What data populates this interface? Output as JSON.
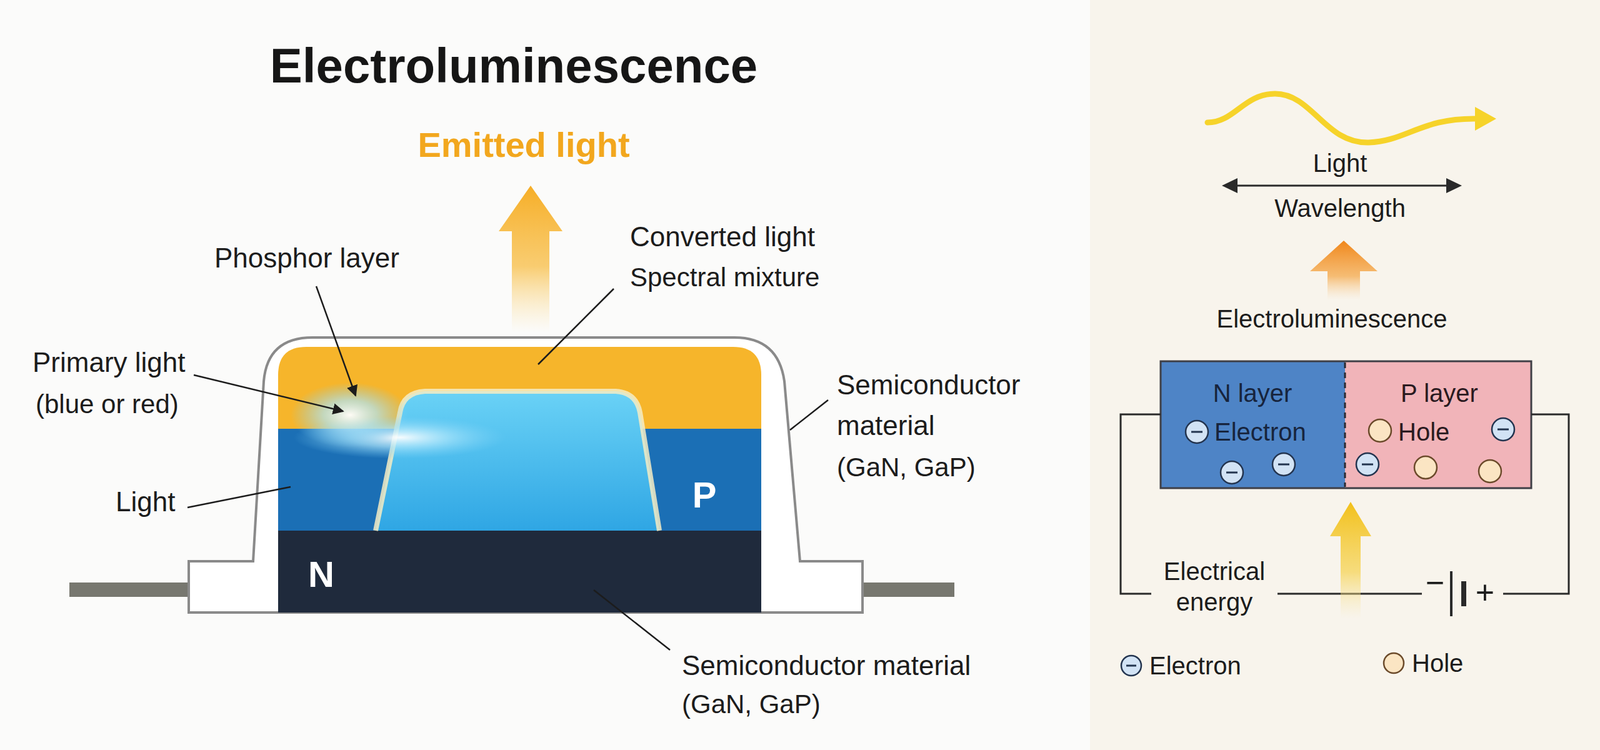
{
  "diagram": {
    "title": "Electroluminescence",
    "nodes": [
      {
        "text": [
          "P"
        ]
      },
      {
        "text": [
          "N"
        ]
      },
      {
        "text": [
          "N layer",
          "Electron"
        ]
      },
      {
        "text": [
          "P layer",
          "Hole"
        ]
      }
    ],
    "labels": [
      "Emitted light",
      "Phosphor layer",
      "Converted light",
      "Spectral mixture",
      "Primary light",
      "(blue or red)",
      "Light",
      "Semiconductor material",
      "(GaN, GaP)",
      "Semiconductor material",
      "(GaN, GaP)",
      "Light",
      "Wavelength",
      "Electroluminescence",
      "−",
      "+",
      "Electrical energy"
    ],
    "legend": [
      {
        "text": "Electron"
      },
      {
        "text": "Hole"
      }
    ]
  }
}
